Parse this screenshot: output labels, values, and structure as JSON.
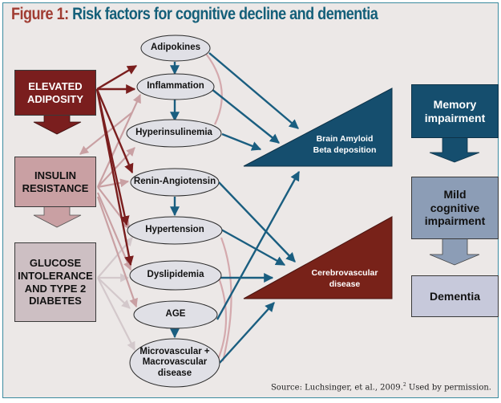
{
  "title": {
    "figure_label": "Figure 1:",
    "text": "Risk factors for cognitive decline and dementia"
  },
  "colors": {
    "dark_red": "#7a1e1e",
    "medium_pink": "#c9a0a3",
    "light_mauve": "#cdbfc3",
    "teal_blue": "#154e6e",
    "slate_blue": "#8c9db6",
    "lavender": "#c7c9db",
    "frame_border": "#3b8a9f",
    "background": "#ece8e7"
  },
  "left_boxes": [
    {
      "id": "elevated-adiposity",
      "lines": [
        "ELEVATED",
        "ADIPOSITY"
      ]
    },
    {
      "id": "insulin-resistance",
      "lines": [
        "INSULIN",
        "RESISTANCE"
      ]
    },
    {
      "id": "glucose-intolerance",
      "lines": [
        "GLUCOSE",
        "INTOLERANCE",
        "AND TYPE 2",
        "DIABETES"
      ]
    }
  ],
  "mediators": [
    {
      "id": "adipokines",
      "label": "Adipokines"
    },
    {
      "id": "inflammation",
      "label": "Inflammation"
    },
    {
      "id": "hyperinsulinemia",
      "label": "Hyperinsulinemia"
    },
    {
      "id": "renin-angiotensin",
      "label": "Renin-Angiotensin"
    },
    {
      "id": "hypertension",
      "label": "Hypertension"
    },
    {
      "id": "dyslipidemia",
      "label": "Dyslipidemia"
    },
    {
      "id": "age",
      "label": "AGE"
    },
    {
      "id": "micro-macrovascular",
      "lines": [
        "Microvascular +",
        "Macrovascular",
        "disease"
      ]
    }
  ],
  "pathology": [
    {
      "id": "brain-amyloid",
      "lines": [
        "Brain Amyloid",
        "Beta deposition"
      ]
    },
    {
      "id": "cerebrovascular",
      "lines": [
        "Cerebrovascular",
        "disease"
      ]
    }
  ],
  "outcomes": [
    {
      "id": "memory-impairment",
      "lines": [
        "Memory",
        "impairment"
      ]
    },
    {
      "id": "mild-cognitive-impairment",
      "lines": [
        "Mild",
        "cognitive",
        "impairment"
      ]
    },
    {
      "id": "dementia",
      "lines": [
        "Dementia"
      ]
    }
  ],
  "source": {
    "text": "Source: Luchsinger, et al., 2009.",
    "superscript": "2",
    "suffix": " Used by permission."
  }
}
